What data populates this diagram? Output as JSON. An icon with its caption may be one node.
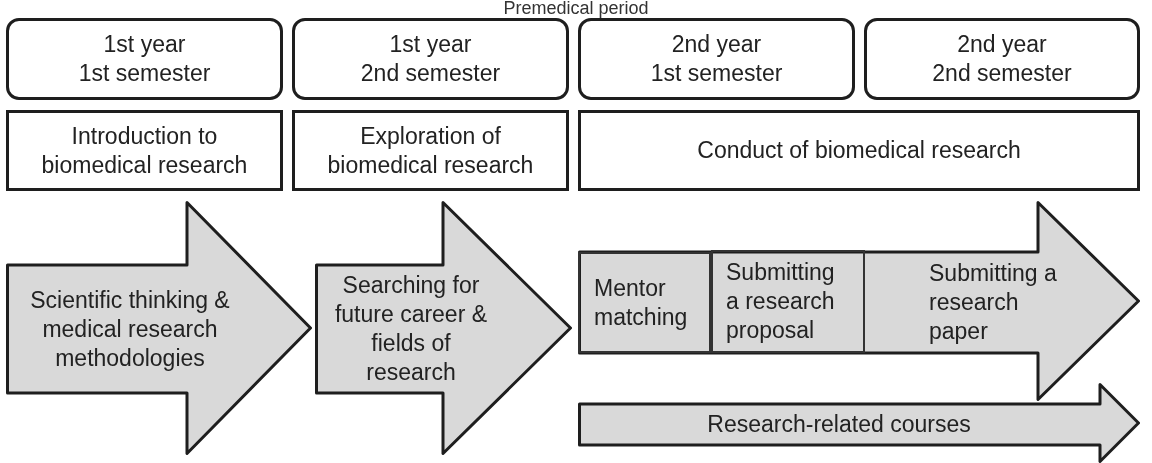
{
  "diagram": {
    "title": "Premedical period",
    "nodes": [
      {
        "text": [
          "1st year 1st semester"
        ]
      },
      {
        "text": [
          "1st year 2nd semester"
        ]
      },
      {
        "text": [
          "2nd year 1st semester"
        ]
      },
      {
        "text": [
          "2nd year 2nd semester"
        ]
      },
      {
        "text": [
          "Introduction to biomedical research"
        ]
      },
      {
        "text": [
          "Exploration of biomedical research"
        ]
      },
      {
        "text": [
          "Conduct of biomedical research"
        ]
      },
      {
        "text": [
          "Scientific thinking & medical research methodologies"
        ]
      },
      {
        "text": [
          "Searching for future career & fields of research"
        ]
      },
      {
        "text": [],
        "shape": "arrow"
      },
      {
        "text": [
          "Mentor matching"
        ],
        "in": 9
      },
      {
        "text": [
          "Submitting a research proposal"
        ],
        "in": 9
      },
      {
        "text": [
          "Submitting a research paper"
        ],
        "in": 9
      },
      {
        "text": [
          "Research-related courses"
        ]
      }
    ]
  }
}
